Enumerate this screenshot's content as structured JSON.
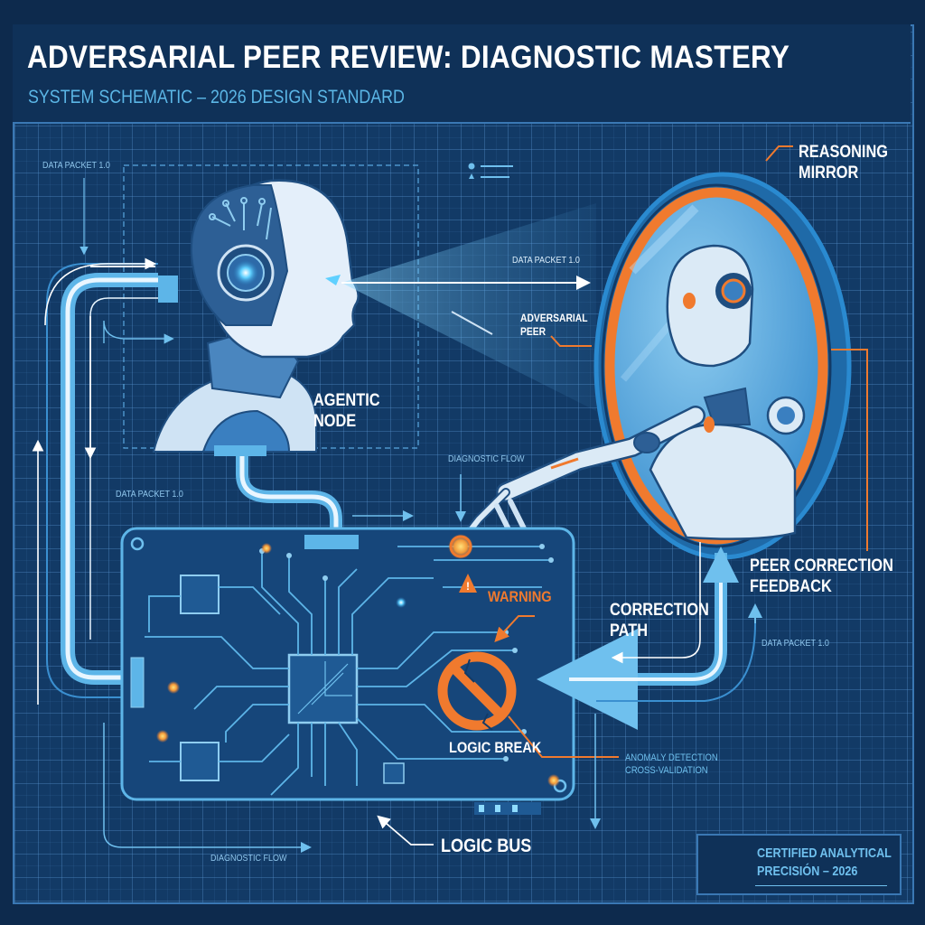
{
  "header": {
    "title": "ADVERSARIAL PEER REVIEW: DIAGNOSTIC MASTERY",
    "subtitle": "SYSTEM SCHEMATIC – 2026 DESIGN STANDARD"
  },
  "nodes": {
    "agentic_node": {
      "line1": "AGENTIC",
      "line2": "NODE"
    },
    "reasoning_mirror": {
      "line1": "REASONING",
      "line2": "MIRROR"
    },
    "adversarial_peer": {
      "line1": "ADVERSARIAL",
      "line2": "PEER"
    },
    "logic_break": "LOGIC BREAK",
    "logic_bus": "LOGIC BUS",
    "correction_path": {
      "line1": "CORRECTION",
      "line2": "PATH"
    },
    "peer_feedback": {
      "line1": "PEER CORRECTION",
      "line2": "FEEDBACK"
    },
    "warning": "WARNING",
    "anomaly": {
      "line1": "ANOMALY DETECTION",
      "line2": "CROSS-VALIDATION"
    }
  },
  "flow_labels": {
    "data_packet_top_left": "DATA PACKET 1.0",
    "data_packet_beam": "DATA PACKET 1.0",
    "data_packet_mid_left": "DATA PACKET 1.0",
    "data_packet_right": "DATA PACKET 1.0",
    "diagnostic_flow_top": "DIAGNOSTIC FLOW",
    "diagnostic_flow_bottom": "DIAGNOSTIC FLOW"
  },
  "certification": {
    "line1": "CERTIFIED ANALYTICAL",
    "line2": "PRECISIÓN – 2026",
    "icon": "check-badge-icon"
  },
  "colors": {
    "background": "#0d2a4d",
    "grid": "#123a66",
    "accent_blue": "#6fc0ee",
    "accent_orange": "#f07a2e",
    "text_white": "#ffffff"
  }
}
